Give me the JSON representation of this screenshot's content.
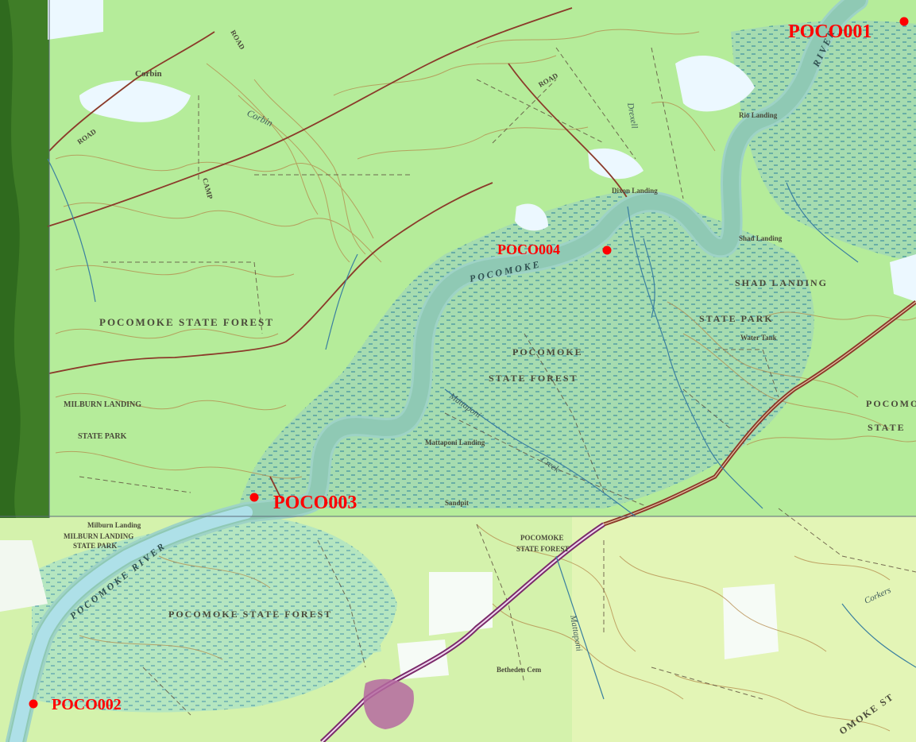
{
  "colors": {
    "forest": "#b5ec9a",
    "forest_light": "#cdf3a5",
    "lowland": "#dff7b8",
    "marsh": "#a8e0b8",
    "water": "#8fc9b4",
    "water_light": "#aee0e8",
    "contour": "#b4894a",
    "road": "#8b3a2a",
    "highway": "#7a2a6a",
    "grid": "#5d6a7a",
    "station": "#ff0000",
    "dark_relief": "#2f6a1e"
  },
  "stations": [
    {
      "id": "POCO001",
      "label": "POCO001"
    },
    {
      "id": "POCO002",
      "label": "POCO002"
    },
    {
      "id": "POCO003",
      "label": "POCO003"
    },
    {
      "id": "POCO004",
      "label": "POCO004"
    }
  ],
  "labels": {
    "corbin": "Corbin",
    "pocomoke_state_forest_1": "POCOMOKE   STATE   FOREST",
    "pocomoke_forest_center_1": "POCOMOKE",
    "pocomoke_forest_center_2": "STATE   FOREST",
    "milburn_landing_1": "MILBURN   LANDING",
    "milburn_landing_2": "STATE   PARK",
    "shad_landing": "SHAD   LANDING",
    "shad_landing_park": "STATE   PARK",
    "pocomoke_east_1": "POCOMO",
    "pocomoke_east_2": "STATE",
    "pocomoke_river_upper": "POCOMOKE",
    "pocomoke_river_lower": "POCOMOKE   RIVER",
    "river_ne": "RIVER",
    "milburn_landing_small": "Milburn Landing",
    "milburn_state_park_small_1": "MILBURN LANDING",
    "milburn_state_park_small_2": "STATE PARK",
    "pocomoke_state_forest_south": "POCOMOKE   STATE   FOREST",
    "pocomoke_sf_small_1": "POCOMOKE",
    "pocomoke_sf_small_2": "STATE FOREST",
    "mattaponi_landing": "Mattaponi Landing",
    "mattaponi_creek": "Mattaponi",
    "creek": "Creek",
    "mattaponi_south": "Mattaponi",
    "sandpit": "Sandpit",
    "betheden_cem": "Betheden Cem",
    "water_tank": "Water Tank",
    "corbin_branch": "Corbin",
    "drexell": "Drexell",
    "corkers": "Corkers",
    "moke_st": "OMOKE ST",
    "road_label": "ROAD",
    "camp_label": "CAMP",
    "shad_landing_small": "Shad Landing",
    "rio_landing": "Rio Landing",
    "dixon_landing": "Dixon Landing"
  }
}
